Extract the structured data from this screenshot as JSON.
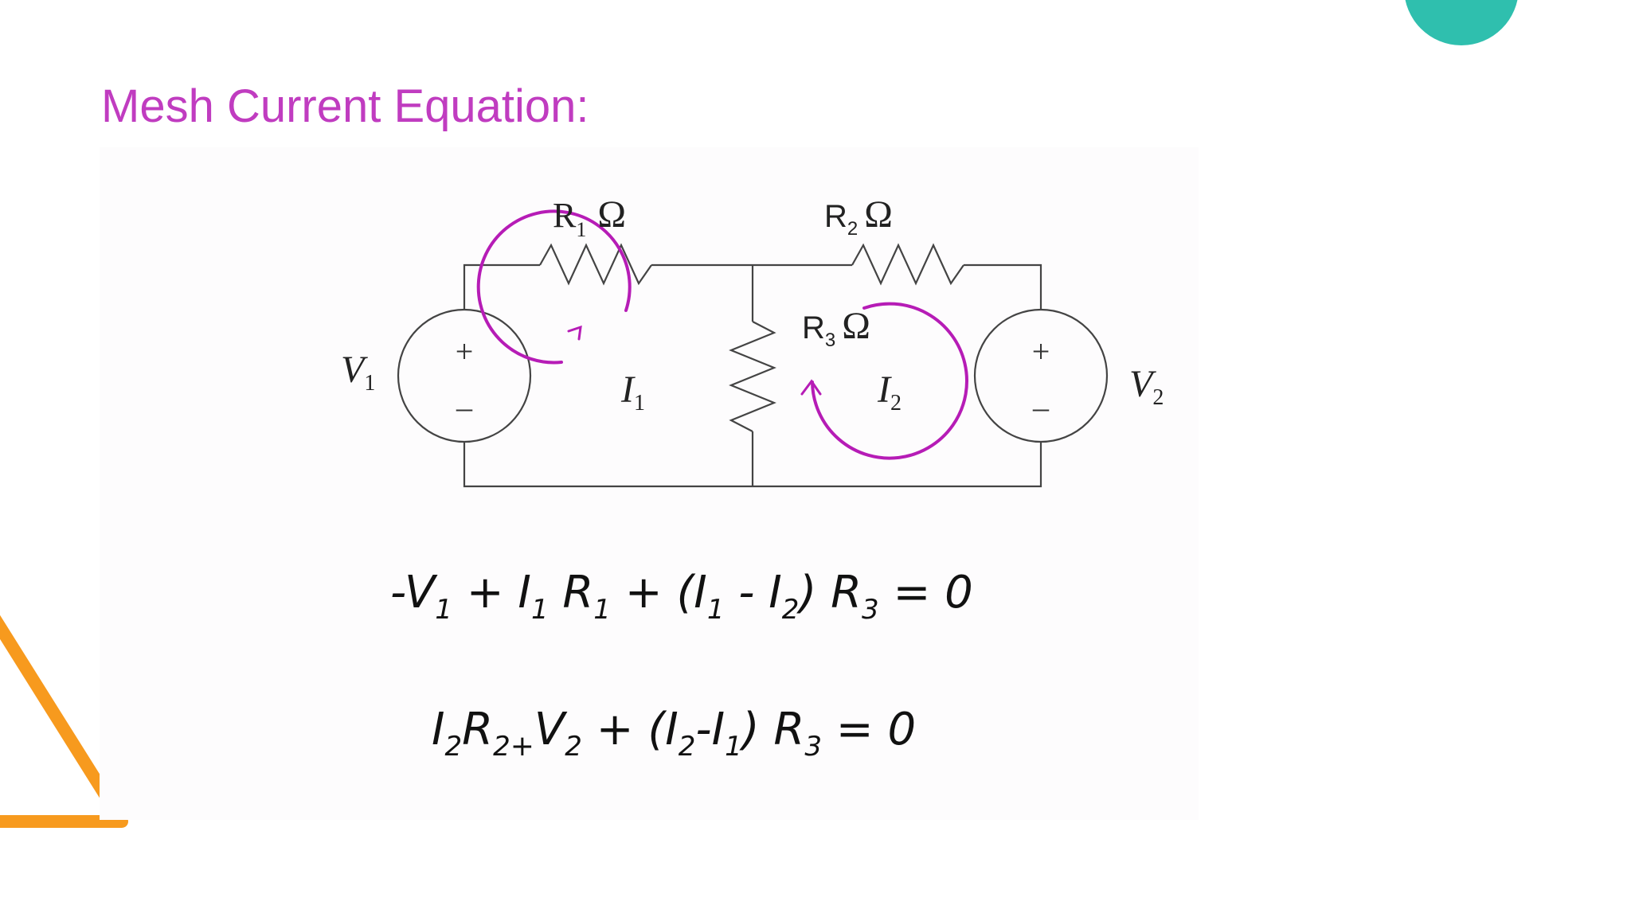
{
  "slide": {
    "title": "Mesh Current Equation:"
  },
  "colors": {
    "title": "#c03cc0",
    "mesh_arrows": "#b61cb6",
    "accent_circle": "#2fbfae",
    "accent_triangle": "#f79a1e",
    "wire": "#444444"
  },
  "circuit": {
    "resistors": {
      "r1": {
        "letter": "R",
        "sub": "1",
        "unit": "Ω"
      },
      "r2": {
        "letter": "R",
        "sub": "2",
        "unit": "Ω"
      },
      "r3": {
        "letter": "R",
        "sub": "3",
        "unit": "Ω"
      }
    },
    "sources": {
      "v1": {
        "letter": "V",
        "sub": "1",
        "plus": "+",
        "minus": "–"
      },
      "v2": {
        "letter": "V",
        "sub": "2",
        "plus": "+",
        "minus": "–"
      }
    },
    "meshes": {
      "i1": {
        "letter": "I",
        "sub": "1",
        "direction": "clockwise"
      },
      "i2": {
        "letter": "I",
        "sub": "2",
        "direction": "clockwise"
      }
    }
  },
  "equations": {
    "eq1": {
      "t1": "-V",
      "s1": "1",
      "t2": " + I",
      "s2": "1",
      "t3": " R",
      "s3": "1",
      "t4": " + (I",
      "s4": "1",
      "t5": " - I",
      "s5": "2",
      "t6": ") R",
      "s6": "3",
      "t7": " = 0"
    },
    "eq2": {
      "t1": "I",
      "s1": "2",
      "t2": "R",
      "s2": "2",
      "plus": "+",
      "t3": "V",
      "s3": "2",
      "t4": " + (I",
      "s4": "2",
      "t5": "-I",
      "s5": "1",
      "t6": ") R",
      "s6": "3",
      "t7": " = 0"
    }
  }
}
